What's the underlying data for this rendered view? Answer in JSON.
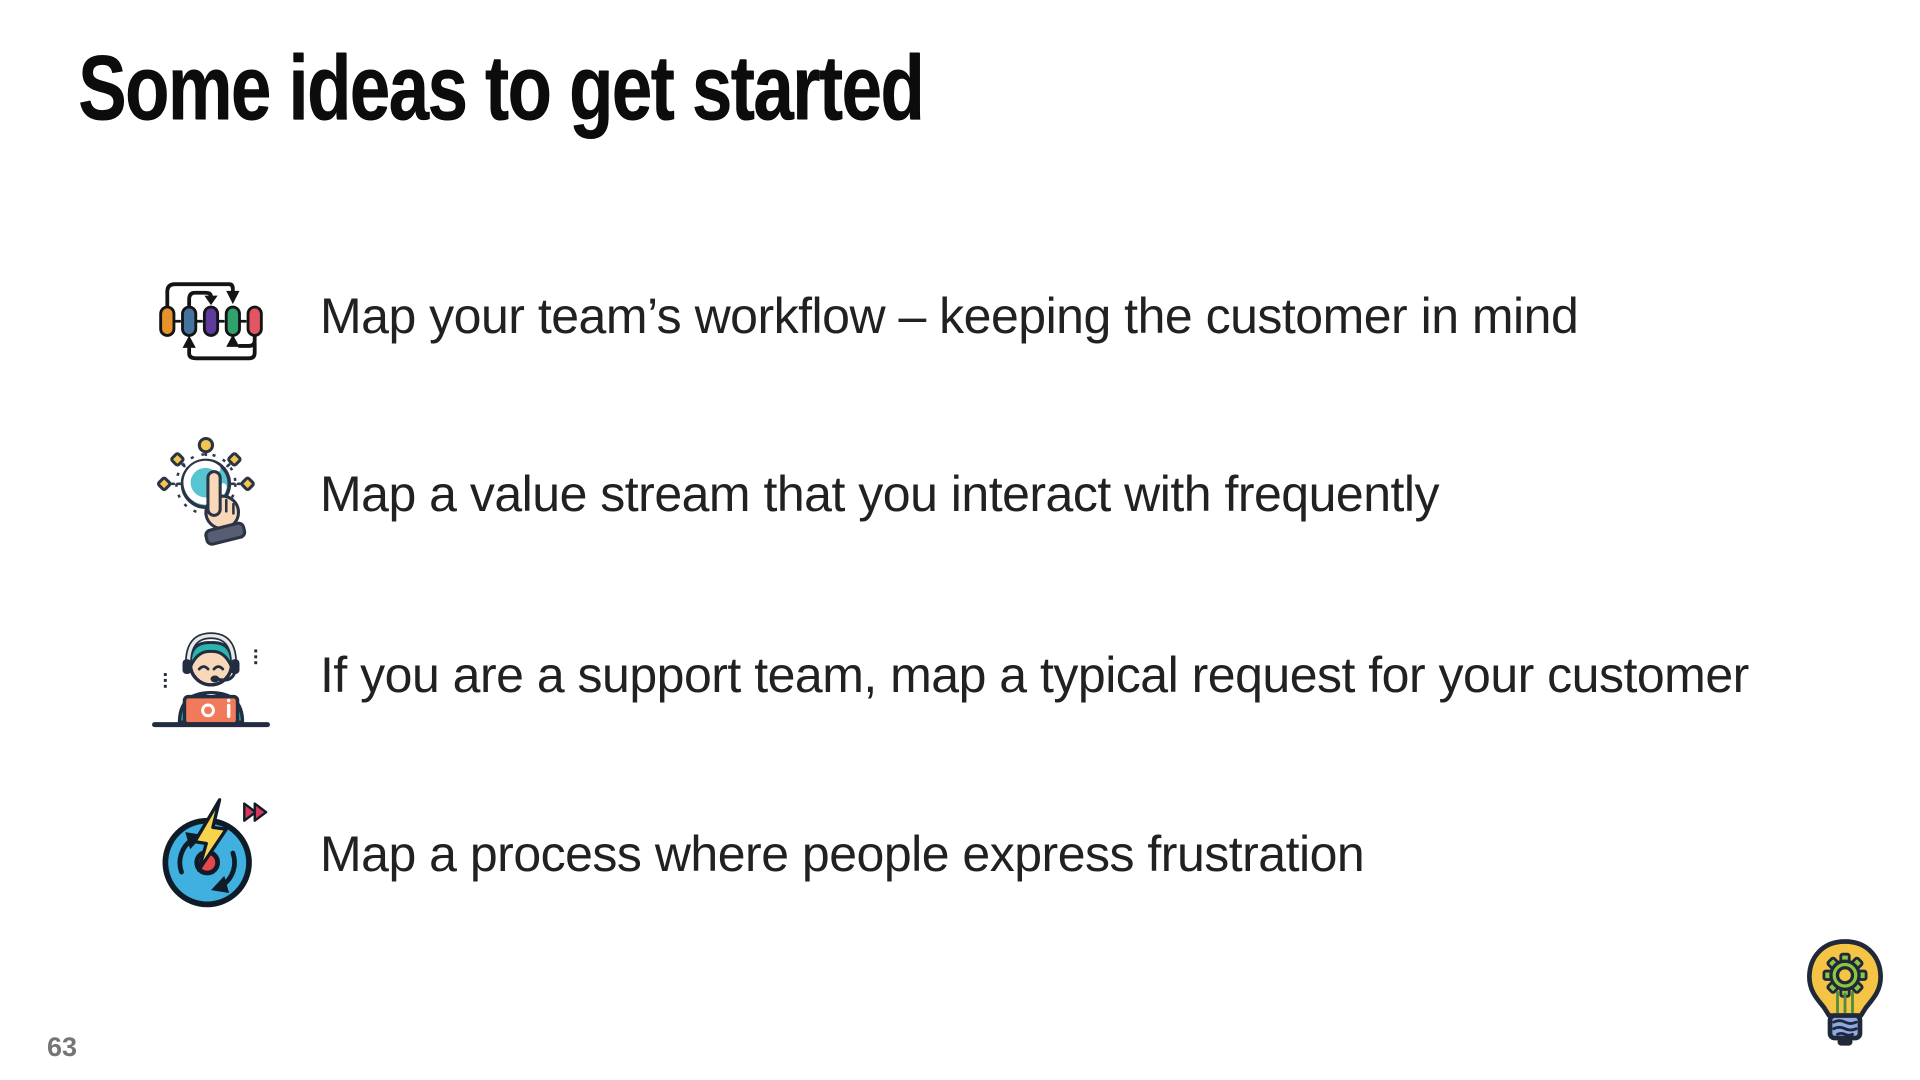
{
  "slide": {
    "title": "Some ideas to get started",
    "page_number": "63",
    "bullets": [
      {
        "icon": "workflow-icon",
        "text": "Map your team’s workflow – keeping the customer in mind"
      },
      {
        "icon": "interact-icon",
        "text": "Map a value stream that you interact with frequently"
      },
      {
        "icon": "support-agent-icon",
        "text": "If you are a support team, map a typical request for your customer"
      },
      {
        "icon": "process-frustration-icon",
        "text": "Map a process where people express frustration"
      }
    ],
    "decorations": {
      "corner_icon": "idea-lightbulb-gear-icon"
    },
    "colors": {
      "text": "#212121",
      "title": "#0c0c0c",
      "page_number": "#757575",
      "workflow_pills": [
        "#E8922C",
        "#44749D",
        "#5D3A9B",
        "#2FA36B",
        "#E25563"
      ],
      "interact_teal": "#56C5CF",
      "interact_node_yellow": "#F4C64D",
      "skin": "#F8D8B8",
      "support_teal": "#2BB3AC",
      "laptop_orange": "#F07A5A",
      "process_blue": "#3FB0DF",
      "bolt_yellow": "#F8D44C",
      "center_red": "#E8464A",
      "ff_crimson": "#D6365D",
      "bulb_yellow": "#F6C445",
      "gear_green": "#8CC63E",
      "base_blue": "#8FA9E5"
    }
  }
}
